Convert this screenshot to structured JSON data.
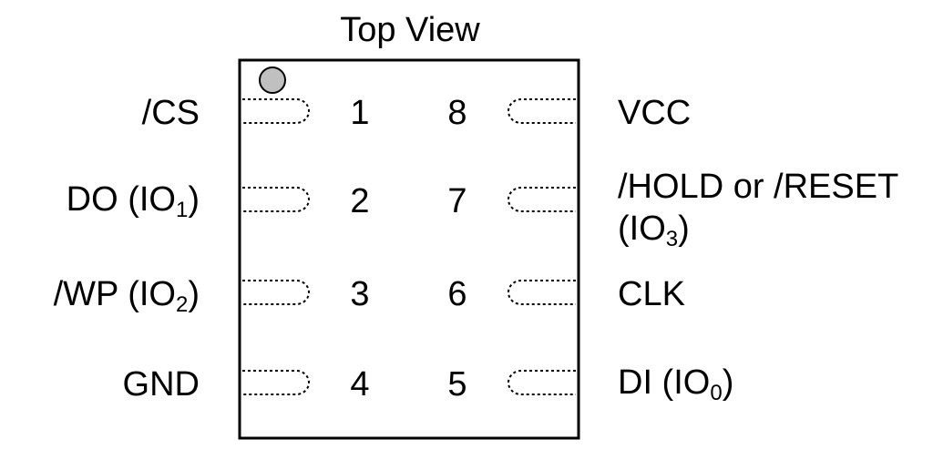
{
  "title": "Top View",
  "pins": [
    {
      "number": "1",
      "label": "/CS",
      "sub": "",
      "tail": ""
    },
    {
      "number": "2",
      "label": "DO (IO",
      "sub": "1",
      "tail": ")"
    },
    {
      "number": "3",
      "label": "/WP (IO",
      "sub": "2",
      "tail": ")"
    },
    {
      "number": "4",
      "label": "GND",
      "sub": "",
      "tail": ""
    },
    {
      "number": "5",
      "label": "DI (IO",
      "sub": "0",
      "tail": ")"
    },
    {
      "number": "6",
      "label": "CLK",
      "sub": "",
      "tail": ""
    },
    {
      "number": "7",
      "label": "/HOLD or /RESET",
      "line2": "(IO",
      "sub": "3",
      "tail": ")"
    },
    {
      "number": "8",
      "label": "VCC",
      "sub": "",
      "tail": ""
    }
  ],
  "colors": {
    "outline": "#000000",
    "pin1_marker": "#c0c0c0"
  }
}
